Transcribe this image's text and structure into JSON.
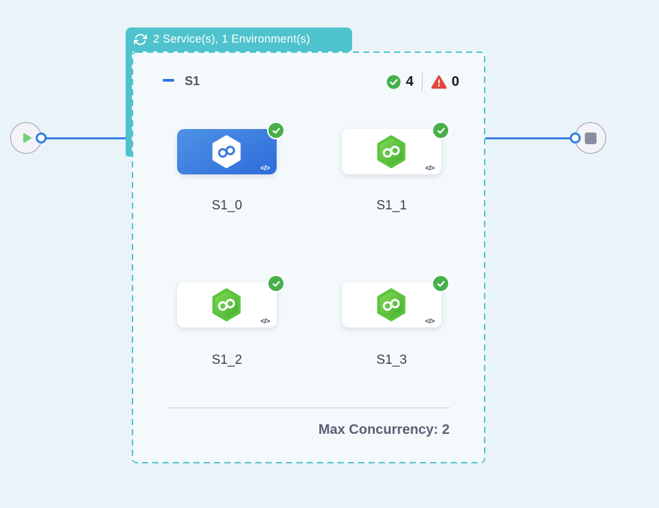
{
  "badge": {
    "label": "2 Service(s), 1 Environment(s)",
    "icon": "loop-icon"
  },
  "pipeline": {
    "start_node": "play",
    "end_node": "stop"
  },
  "stage": {
    "name": "S1",
    "success_count": "4",
    "failed_count": "0",
    "max_concurrency_label": "Max Concurrency: 2",
    "services": [
      {
        "label": "S1_0",
        "selected": true,
        "status": "success"
      },
      {
        "label": "S1_1",
        "selected": false,
        "status": "success"
      },
      {
        "label": "S1_2",
        "selected": false,
        "status": "success"
      },
      {
        "label": "S1_3",
        "selected": false,
        "status": "success"
      }
    ]
  },
  "icons": {
    "code_glyph": "</>",
    "card_icon": "hexagon-infinity-icon",
    "success_icon": "check-circle-icon",
    "error_icon": "warning-triangle-icon"
  },
  "colors": {
    "teal": "#4FC3CD",
    "connector_blue": "#3B7FE0",
    "selected_card_blue": "#2F6BD9",
    "hexagon_green": "#52BC39",
    "success_green": "#47B04B",
    "error_red": "#E0463D",
    "page_background": "#EAF4F8"
  }
}
